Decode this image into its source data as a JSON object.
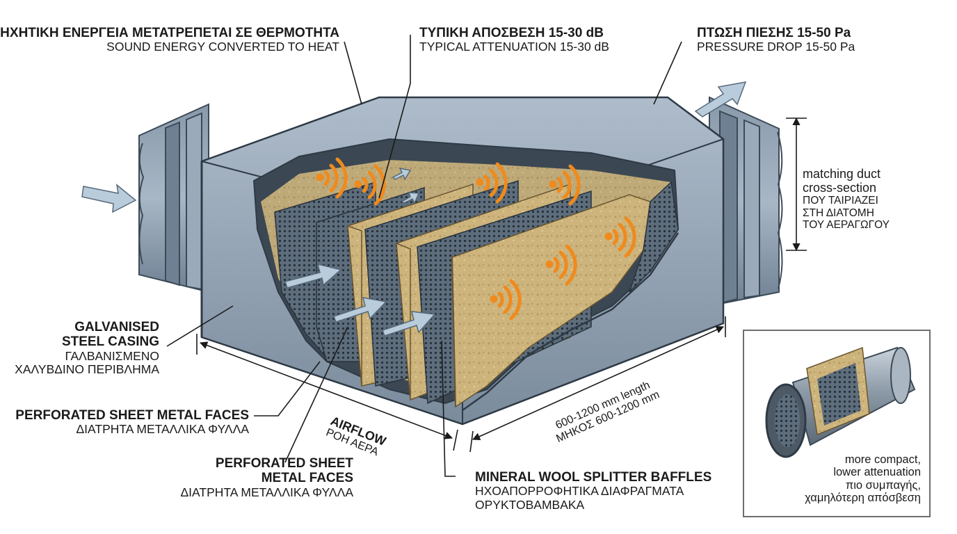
{
  "labels": {
    "heat_el": "ΗΧΗΤΙΚΗ ΕΝΕΡΓΕΙΑ ΜΕΤΑΤΡΕΠΕΤΑΙ ΣΕ ΘΕΡΜΟΤΗΤΑ",
    "heat_en": "SOUND ENERGY CONVERTED TO HEAT",
    "atten_el": "ΤΥΠΙΚΗ ΑΠΟΣΒΕΣΗ 15-30 dB",
    "atten_en": "TYPICAL ATTENUATION 15-30 dB",
    "pressure_el": "ΠΤΩΣΗ ΠΙΕΣΗΣ 15-50 Pa",
    "pressure_en": "PRESSURE DROP 15-50 Pa",
    "duct_en_1": "matching duct",
    "duct_en_2": "cross-section",
    "duct_el_1": "ΠΟΥ ΤΑΙΡΙΑΖΕΙ",
    "duct_el_2": "ΣΤΗ ΔΙΑΤΟΜΗ",
    "duct_el_3": "ΤΟΥ ΑΕΡΑΓΩΓΟΥ",
    "casing_en_1": "GALVANISED",
    "casing_en_2": "STEEL CASING",
    "casing_el_1": "ΓΑΛΒΑΝΙΣΜΕΝΟ",
    "casing_el_2": "ΧΑΛΥΒΔΙΝΟ ΠΕΡΙΒΛΗΜΑ",
    "faces1_en": "PERFORATED SHEET METAL FACES",
    "faces1_el": "ΔΙΑΤΡΗΤΑ ΜΕΤΑΛΛΙΚΑ ΦΥΛΛΑ",
    "faces2_en_1": "PERFORATED SHEET",
    "faces2_en_2": "METAL FACES",
    "faces2_el": "ΔΙΑΤΡΗΤΑ ΜΕΤΑΛΛΙΚΑ ΦΥΛΛΑ",
    "airflow_en": "AIRFLOW",
    "airflow_el": "ΡΟΗ ΑΕΡΑ",
    "length_en": "600-1200 mm length",
    "length_el": "ΜΗΚΟΣ 600-1200 mm",
    "baffles_en": "MINERAL WOOL SPLITTER BAFFLES",
    "baffles_el_1": "ΗΧΟΑΠΟΡΡΟΦΗΤΙΚΑ ΔΙΑΦΡΑΓΜΑΤΑ",
    "baffles_el_2": "ΟΡΥΚΤΟΒΑΜΒΑΚΑ",
    "inset_en_1": "more compact,",
    "inset_en_2": "lower attenuation",
    "inset_el_1": "πιο συμπαγής,",
    "inset_el_2": "χαμηλότερη απόσβεση"
  },
  "colors": {
    "steel": "#8fa0b0",
    "steel_dark": "#56687a",
    "wool": "#cdb47c",
    "sound_wave": "#f08a1c",
    "arrow": "#b9ccdb"
  }
}
